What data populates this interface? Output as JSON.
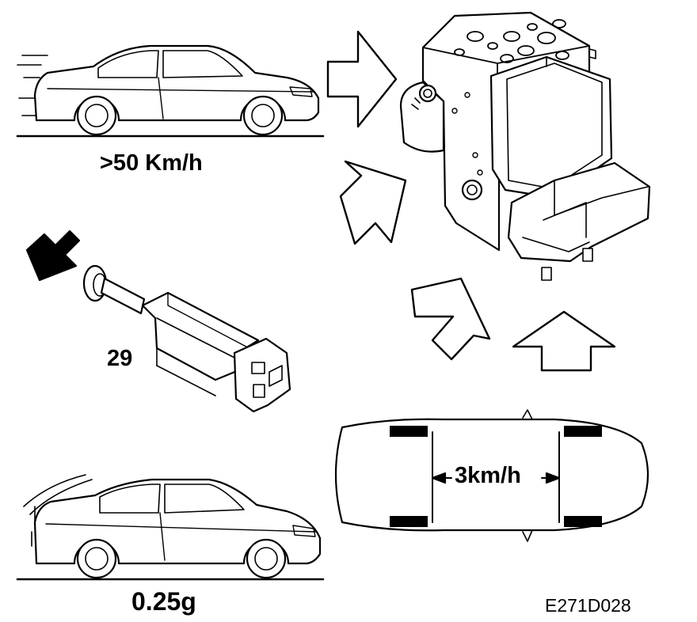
{
  "labels": {
    "speed_threshold": ">50 Km/h",
    "part_number": "29",
    "wheel_speed_difference": "3km/h",
    "deceleration": "0.25g",
    "figure_code": "E271D028"
  }
}
